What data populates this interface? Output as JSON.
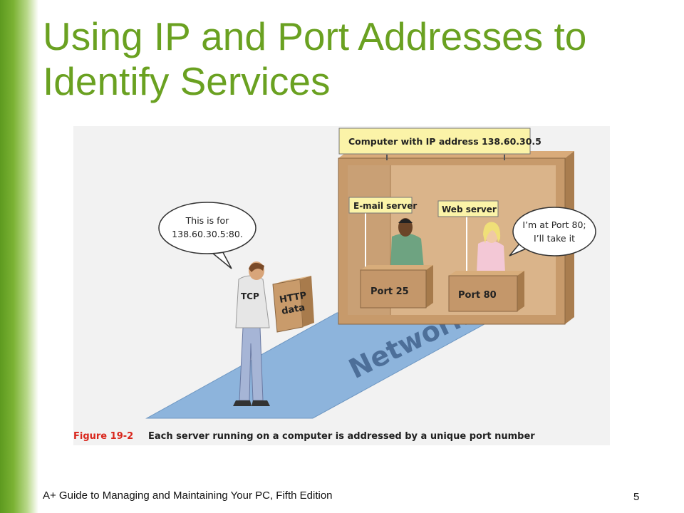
{
  "slide": {
    "title": "Using IP and Port Addresses to Identify Services",
    "footer": "A+ Guide to Managing and Maintaining Your PC, Fifth Edition",
    "page_number": "5"
  },
  "diagram": {
    "computer_sign": "Computer with IP address 138.60.30.5",
    "email_sign": "E-mail server",
    "web_sign": "Web server",
    "port_email": "Port 25",
    "port_web": "Port 80",
    "bubble_left_line1": "This is for",
    "bubble_left_line2": "138.60.30.5:80.",
    "bubble_right_line1": "I’m at Port 80;",
    "bubble_right_line2": "I’ll take it",
    "shirt_label": "TCP",
    "box_line1": "HTTP",
    "box_line2": "data",
    "path_label": "Network"
  },
  "caption": {
    "label": "Figure 19-2",
    "text": "Each server running on a computer is addressed by a unique port number"
  },
  "colors": {
    "title_green": "#6aa121",
    "caption_red": "#d9261c",
    "network_blue": "#8db4dc",
    "sign_yellow": "#fbf3a8"
  }
}
